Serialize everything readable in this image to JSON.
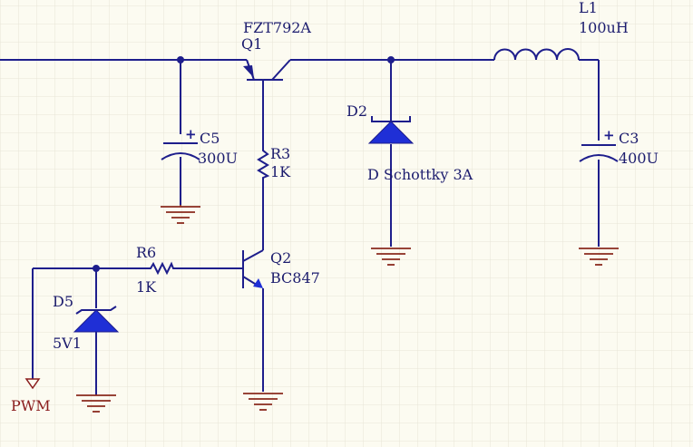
{
  "colors": {
    "background": "#fcfbf1",
    "grid": "#e7e4d6",
    "wire": "#1e1e8c",
    "diode_fill": "#1f2fd6",
    "ground": "#8a2a1e",
    "port": "#8a1c1c",
    "junction": "#1e1e8c"
  },
  "components": {
    "q1": {
      "designator": "Q1",
      "value": "FZT792A"
    },
    "q2": {
      "designator": "Q2",
      "value": "BC847"
    },
    "l1": {
      "designator": "L1",
      "value": "100uH"
    },
    "c5": {
      "designator": "C5",
      "value": "300U",
      "polarity": "+"
    },
    "c3": {
      "designator": "C3",
      "value": "400U",
      "polarity": "+"
    },
    "d2": {
      "designator": "D2",
      "value": "D Schottky 3A"
    },
    "r3": {
      "designator": "R3",
      "value": "1K"
    },
    "r6": {
      "designator": "R6",
      "value": "1K"
    },
    "d5": {
      "designator": "D5",
      "value": "5V1"
    }
  },
  "ports": {
    "pwm": "PWM"
  }
}
